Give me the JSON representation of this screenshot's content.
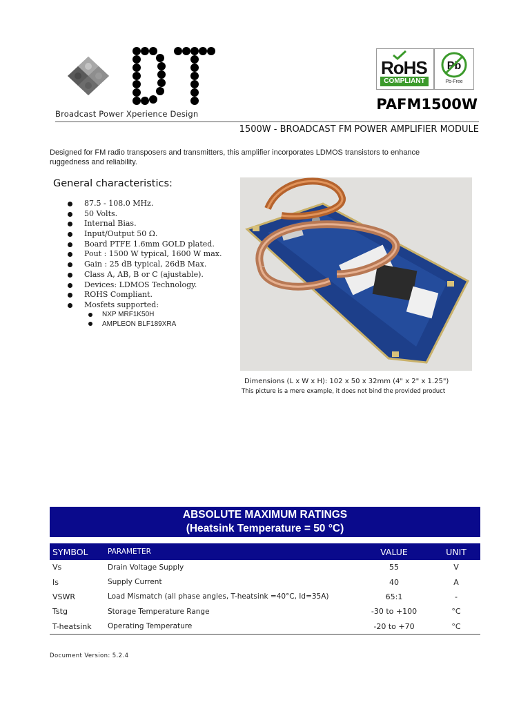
{
  "header": {
    "logo_letters": "DT",
    "logo_tagline": "Broadcast Power Xperience Design",
    "model": "PAFM1500W",
    "subtitle": "1500W - BROADCAST FM POWER AMPLIFIER MODULE"
  },
  "badges": {
    "rohs_label": "RoHS",
    "rohs_sub": "COMPLIANT",
    "pb_label": "Pb",
    "pb_sub": "Pb-Free",
    "rohs_green": "#3b9a2b"
  },
  "intro": "Designed for FM radio transposers and transmitters, this amplifier incorporates LDMOS transistors to enhance ruggedness and reliability.",
  "characteristics": {
    "heading": "General characteristics:",
    "items": [
      "87.5 - 108.0 MHz.",
      "50 Volts.",
      "Internal Bias.",
      "Input/Output 50 Ω.",
      "Board PTFE 1.6mm GOLD plated.",
      "Pout : 1500 W typical, 1600 W max.",
      "Gain : 25 dB typical, 26dB Max.",
      "Class A, AB, B or C (ajustable).",
      "Devices: LDMOS Technology.",
      "ROHS Compliant.",
      "Mosfets supported:"
    ],
    "mosfets": [
      "NXP MRF1K50H",
      "AMPLEON BLF189XRA"
    ]
  },
  "photo": {
    "dimensions": "Dimensions (L x W x H): 102 x 50 x 32mm (4\" x 2\" x 1.25\")",
    "disclaimer": "This picture is a mere example, it does not bind the provided product"
  },
  "ratings": {
    "title_line1": "ABSOLUTE MAXIMUM RATINGS",
    "title_line2": "(Heatsink Temperature = 50 °C)",
    "header_color": "#0a0a8c",
    "columns": [
      "SYMBOL",
      "PARAMETER",
      "VALUE",
      "UNIT"
    ],
    "rows": [
      {
        "symbol": "Vs",
        "parameter": "Drain Voltage Supply",
        "value": "55",
        "unit": "V"
      },
      {
        "symbol": "Is",
        "parameter": "Supply Current",
        "value": "40",
        "unit": "A"
      },
      {
        "symbol": "VSWR",
        "parameter": "Load Mismatch (all phase angles, T-heatsink =40°C, Id=35A)",
        "value": "65:1",
        "unit": "-"
      },
      {
        "symbol": "Tstg",
        "parameter": "Storage Temperature Range",
        "value": "-30 to +100",
        "unit": "°C"
      },
      {
        "symbol": "T-heatsink",
        "parameter": "Operating Temperature",
        "value": "-20 to +70",
        "unit": "°C"
      }
    ]
  },
  "footer": {
    "doc_version": "Document Version: 5.2.4"
  }
}
